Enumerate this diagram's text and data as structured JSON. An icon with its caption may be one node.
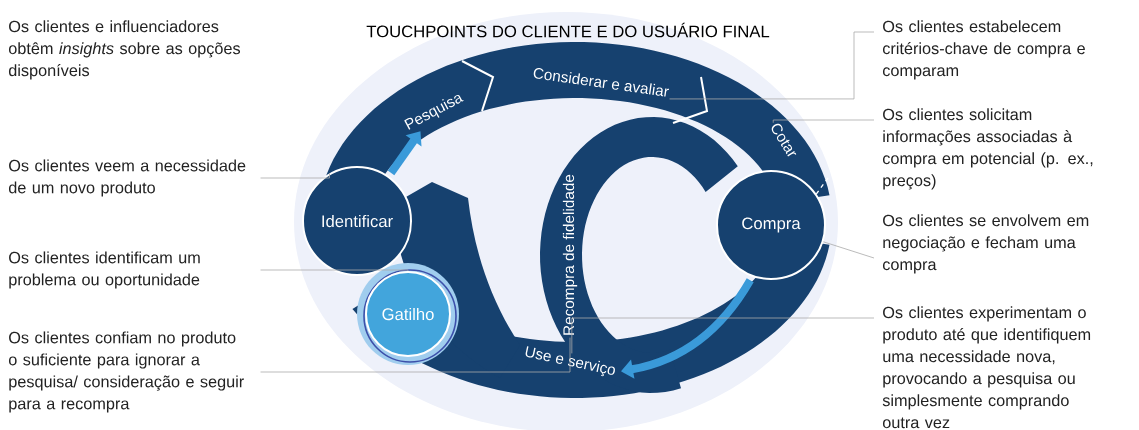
{
  "diagram": {
    "title": "TOUCHPOINTS DO CLIENTE E DO USUÁRIO FINAL",
    "nodes": [
      {
        "text": [
          "Identificar"
        ]
      },
      {
        "text": [
          "Gatilho"
        ]
      },
      {
        "text": [
          "Compra"
        ]
      },
      {
        "text": [
          "Pesquisa"
        ]
      },
      {
        "text": [
          "Considerar e avaliar"
        ]
      },
      {
        "text": [
          "Cotar"
        ]
      },
      {
        "text": [
          "Recompra de fidelidade"
        ]
      },
      {
        "text": [
          "Use e serviço"
        ]
      },
      {
        "text": [
          "Os clientes veem a necessidade de um novo produto"
        ]
      },
      {
        "text": [
          "Os clientes identificam um problema ou oportunidade"
        ]
      },
      {
        "text": [
          "Os clientes confiam no produto o suficiente para ignorar a pesquisa/ consideração e seguir para a recompra"
        ]
      },
      {
        "text": [
          "Os clientes estabelecem critérios-chave de compra e comparam"
        ]
      },
      {
        "text": [
          "Os clientes solicitam informações associadas à compra em potencial (p. ex., preços)"
        ]
      },
      {
        "text": [
          "Os clientes se envolvem em negociação e fecham uma compra"
        ]
      },
      {
        "text": [
          "Os clientes experimentam o produto até que identifiquem uma necessidade nova, provocando a pesquisa ou simplesmente comprando outra vez"
        ]
      }
    ],
    "edges": [
      {
        "from": 0,
        "to": 3,
        "arrow": "to",
        "style": "thick",
        "color": "#3a9ad9"
      },
      {
        "from": 2,
        "to": 7,
        "arrow": "to",
        "style": "thick",
        "color": "#3a9ad9"
      },
      {
        "from": 8,
        "to": 0,
        "arrow": "none"
      },
      {
        "from": 9,
        "to": 1,
        "arrow": "none"
      },
      {
        "from": 10,
        "to": 6,
        "arrow": "none"
      },
      {
        "from": 11,
        "to": 4,
        "arrow": "none"
      },
      {
        "from": 12,
        "to": 5,
        "arrow": "none"
      },
      {
        "from": 13,
        "to": 2,
        "arrow": "none"
      },
      {
        "from": 14,
        "to": 7,
        "arrow": "none"
      }
    ],
    "labels": [
      "Os clientes e influenciadores obtêm *insights* sobre as opções disponíveis"
    ]
  }
}
